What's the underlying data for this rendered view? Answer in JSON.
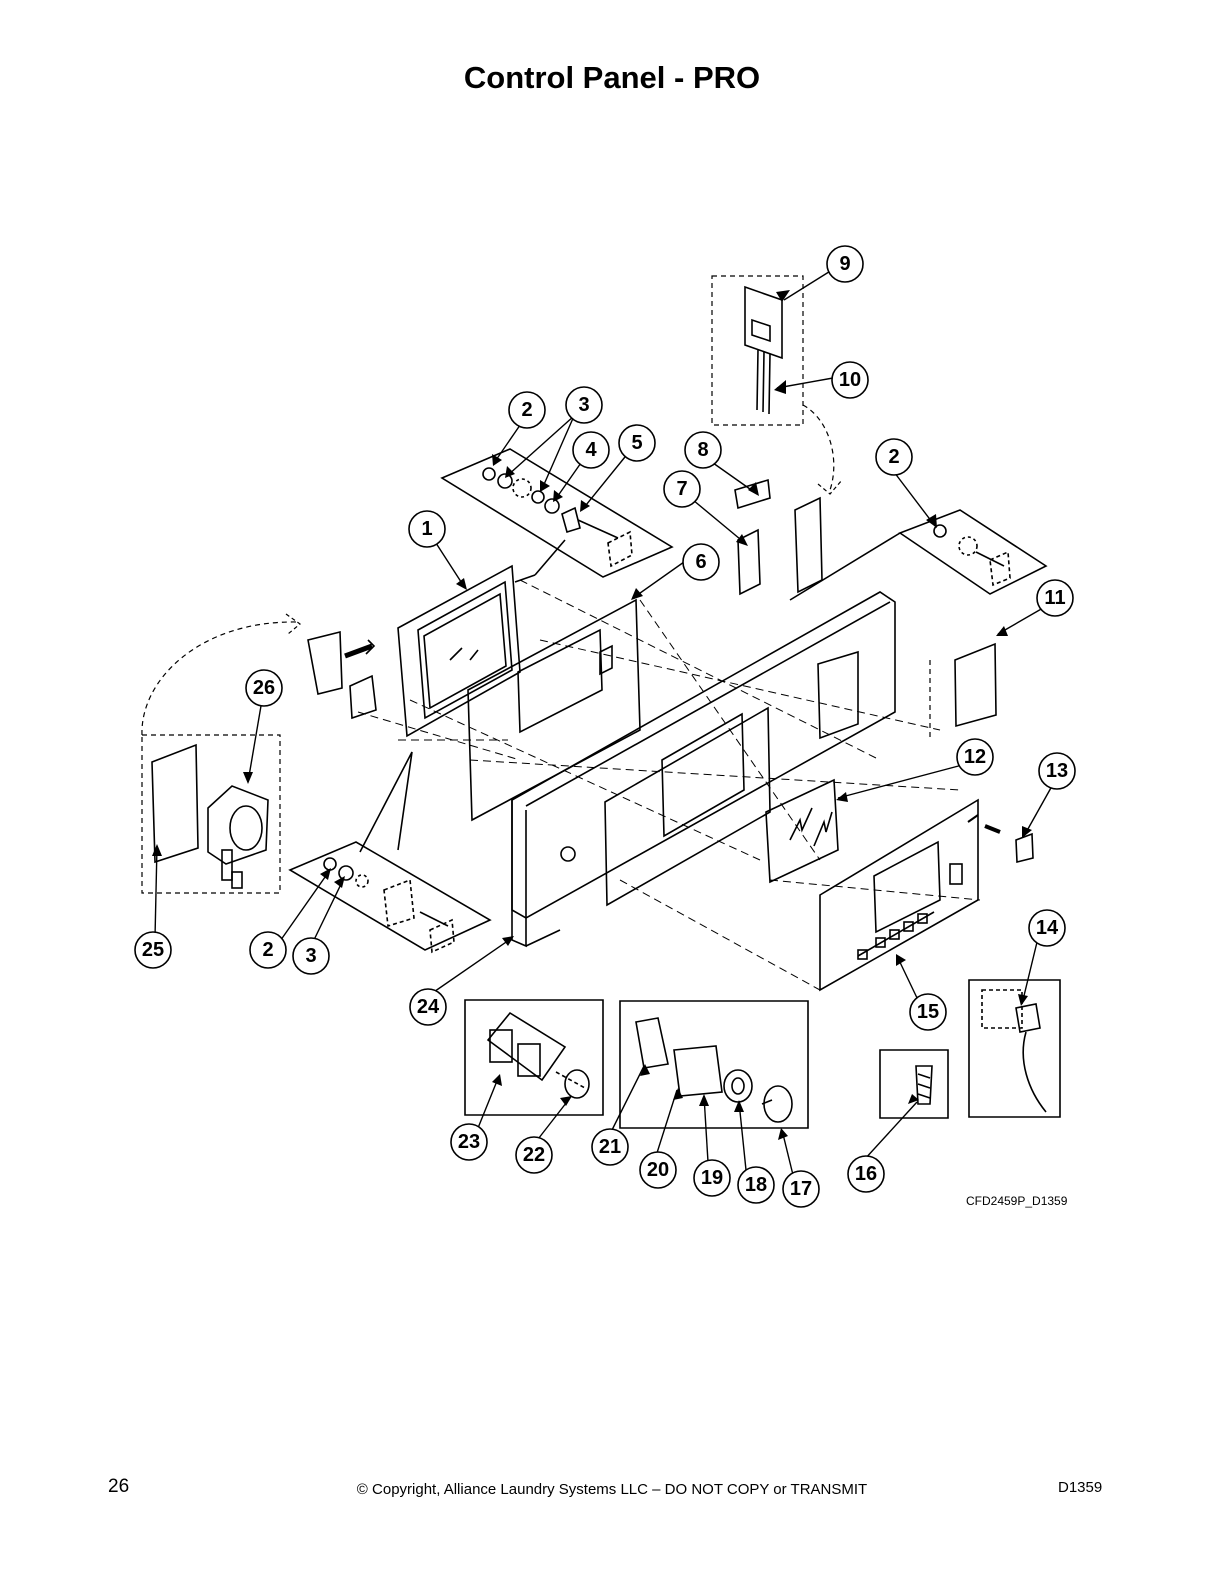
{
  "page": {
    "title": "Control Panel - PRO",
    "drawing_id": "CFD2459P_D1359",
    "footer": {
      "page_number": "26",
      "copyright": "© Copyright, Alliance Laundry Systems LLC – DO NOT COPY or TRANSMIT",
      "doc_code": "D1359"
    }
  },
  "callouts": [
    "1",
    "2",
    "3",
    "4",
    "5",
    "6",
    "7",
    "8",
    "9",
    "10",
    "2",
    "11",
    "12",
    "13",
    "14",
    "15",
    "16",
    "17",
    "18",
    "19",
    "20",
    "21",
    "22",
    "23",
    "24",
    "25",
    "26",
    "2",
    "3"
  ]
}
